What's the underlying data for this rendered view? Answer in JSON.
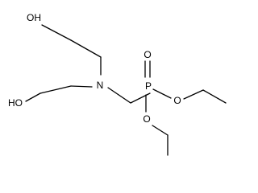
{
  "molecule": {
    "atoms": {
      "oh_top": "OH",
      "oh_left": "HO",
      "nitrogen": "N",
      "phosphorus": "P",
      "oxygen_double": "O",
      "oxygen_ester_right": "O",
      "oxygen_ester_bottom": "O"
    }
  }
}
